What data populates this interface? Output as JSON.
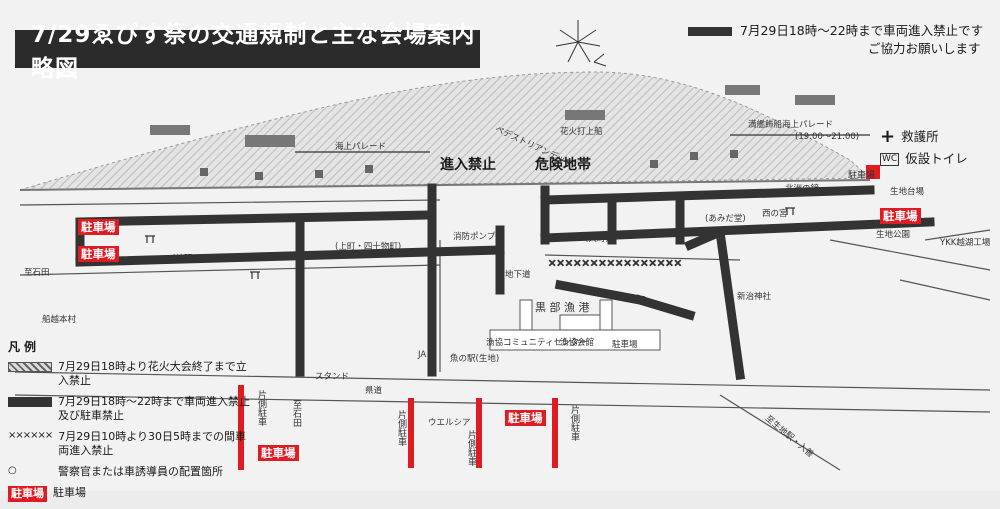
{
  "title": "7/29ゑびす祭の交通規制と主な会場案内略図",
  "notice": {
    "line1": "7月29日18時～22時まで車両進入禁止です",
    "line2": "ご協力お願いします"
  },
  "facilities": {
    "first_aid": "救護所",
    "toilet": "仮設トイレ",
    "toilet_icon_text": "WC"
  },
  "map_labels": {
    "no_entry": "進入禁止",
    "danger_zone": "危険地帯",
    "parking": "駐車場",
    "sea_parade": "海上パレード",
    "fleet_parade": "満艦飾船海上パレード",
    "fleet_parade_time": "(19:00～21:00)",
    "fireworks_launch": "花火打上船",
    "pedestrian_deck": "ペデストリアンデッキ",
    "kurobe_port": "黒 部 漁 港",
    "community_center": "漁協コミュニティセンター",
    "kurobe_fishing_union": "漁協会館",
    "parking_small": "駐車場",
    "prefectural_road": "県道",
    "stand": "スタンド",
    "ja": "JA",
    "uelsia": "ウエルシア",
    "ykk": "YKK越湖工場",
    "to_ishida": "至石田",
    "to_ishida2": "至石田",
    "to_ikuji": "至生地駅・入善",
    "one_side_parking": "片側駐車",
    "ikuji_daiba": "生地台場",
    "ikuji_park": "生地公園",
    "kitaguchi": "北洲の鐘",
    "nishinomiya": "西の宮",
    "fishing_village": "船越本村",
    "jinmei": "(神明町)",
    "ueshin": "(上町・四十物町)",
    "daiwa": "(大町)",
    "ainomachi": "(あみだ堂)",
    "police_pump": "消防ポンプ",
    "station": "魚の駅(生地)",
    "shinjinja": "新治神社",
    "machibue": "地下道"
  },
  "legend": {
    "header": "凡例",
    "hatch": "7月29日18時より花火大会終了まで立入禁止",
    "solid": "7月29日18時～22時まで車両進入禁止及び駐車禁止",
    "cross": "7月29日10時より30日5時までの間車両進入禁止",
    "cross_mark": "××××××",
    "dot": "警察官または車誘導員の配置箇所",
    "dot_mark": "○",
    "parking_tag": "駐車場",
    "parking": "駐車場"
  },
  "colors": {
    "road_closed": "#333333",
    "parking": "#e11b22",
    "title_bg": "#2b2b2b"
  }
}
